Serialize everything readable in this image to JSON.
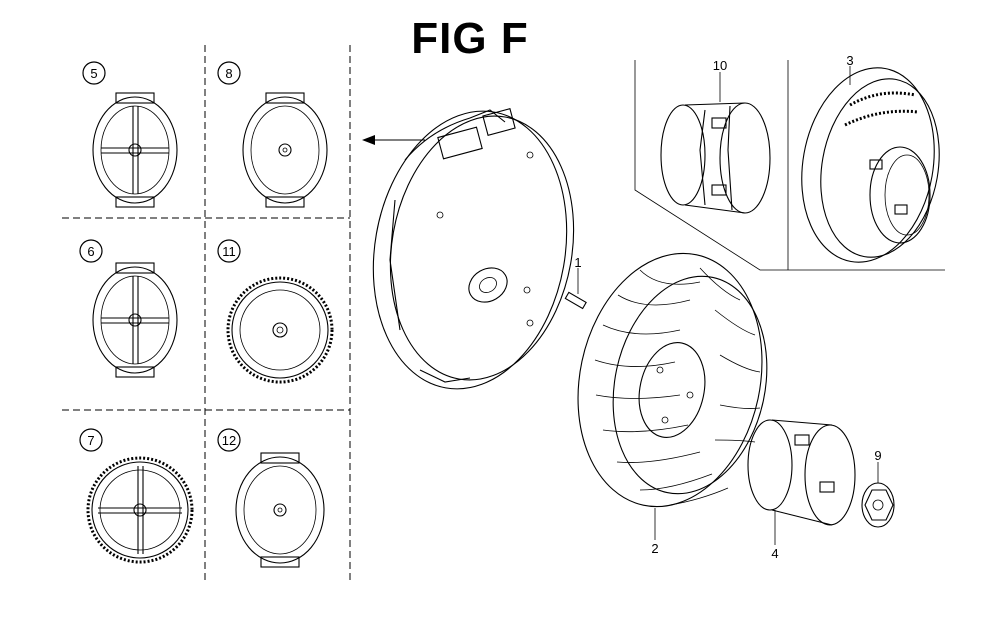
{
  "figure": {
    "title": "FIG F"
  },
  "callouts": {
    "c1": "1",
    "c2": "2",
    "c3": "3",
    "c4": "4",
    "c5": "5",
    "c6": "6",
    "c7": "7",
    "c8": "8",
    "c9": "9",
    "c10": "10",
    "c11": "11",
    "c12": "12"
  }
}
